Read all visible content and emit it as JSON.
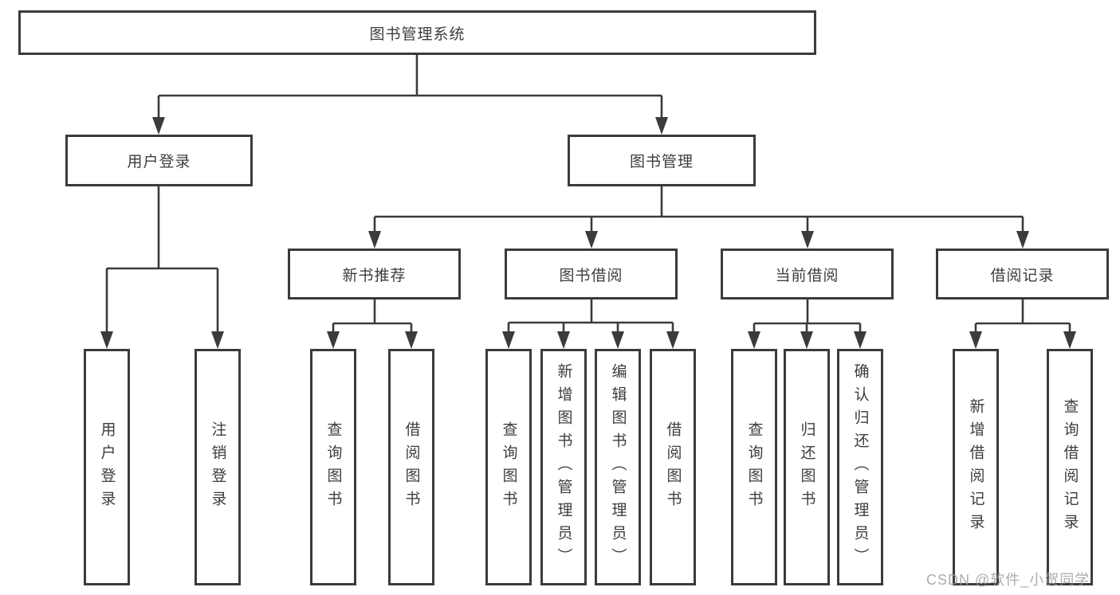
{
  "tree": {
    "root": {
      "label": "图书管理系统"
    },
    "login_branch": {
      "label": "用户登录",
      "children": [
        {
          "label": "用户登录"
        },
        {
          "label": "注销登录"
        }
      ]
    },
    "mgmt_branch": {
      "label": "图书管理",
      "groups": [
        {
          "label": "新书推荐",
          "children": [
            {
              "label": "查询图书"
            },
            {
              "label": "借阅图书"
            }
          ]
        },
        {
          "label": "图书借阅",
          "children": [
            {
              "label": "查询图书"
            },
            {
              "label": "新增图书（管理员）"
            },
            {
              "label": "编辑图书（管理员）"
            },
            {
              "label": "借阅图书"
            }
          ]
        },
        {
          "label": "当前借阅",
          "children": [
            {
              "label": "查询图书"
            },
            {
              "label": "归还图书"
            },
            {
              "label": "确认归还（管理员）"
            }
          ]
        },
        {
          "label": "借阅记录",
          "children": [
            {
              "label": "新增借阅记录"
            },
            {
              "label": "查询借阅记录"
            }
          ]
        }
      ]
    }
  },
  "watermark": "CSDN @软件_小贺同学",
  "colors": {
    "line": "#3b3b3b",
    "box_border": "#3b3b3b",
    "text": "#3d3d3d",
    "background": "#ffffff",
    "watermark": "#9e9e9e"
  }
}
